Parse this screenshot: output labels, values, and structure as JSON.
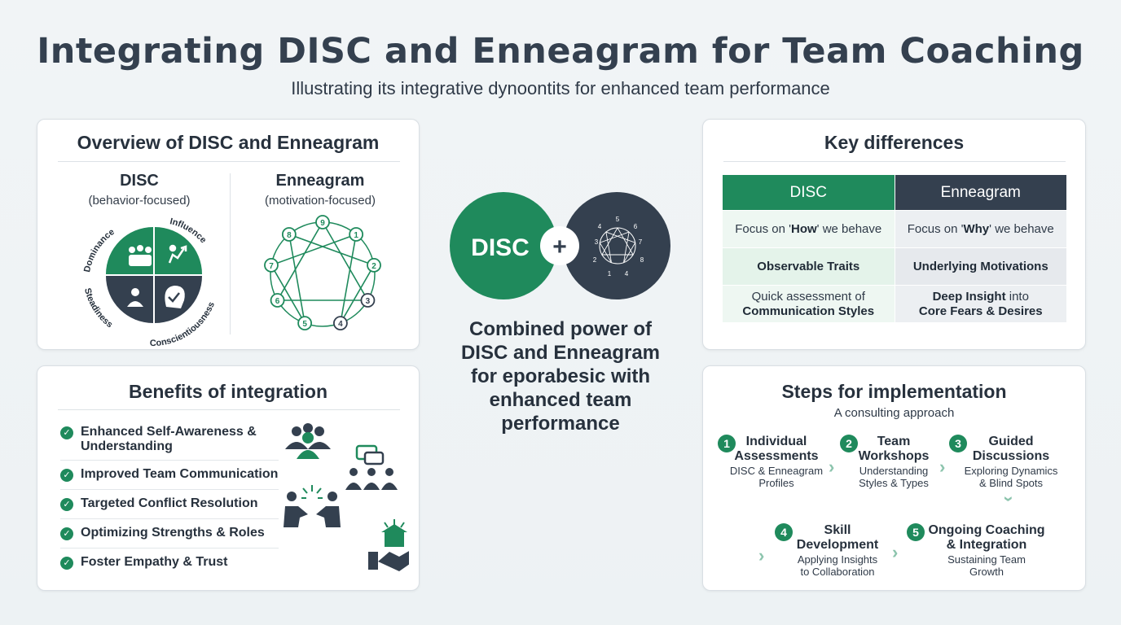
{
  "header": {
    "title": "Integrating DISC and Enneagram for Team Coaching",
    "subtitle": "Illustrating its integrative dynoontits for enhanced team performance"
  },
  "colors": {
    "green": "#1f8a5c",
    "navy": "#34404f",
    "light_green": "#e8f5ee",
    "light_gray": "#eceff2"
  },
  "overview": {
    "title": "Overview of DISC and Enneagram",
    "disc": {
      "name": "DISC",
      "subtitle": "(behavior-focused)",
      "quadrants": [
        {
          "label": "Dominance",
          "icon": "team-group-icon"
        },
        {
          "label": "Influence",
          "icon": "climbing-person-icon"
        },
        {
          "label": "Steadiness",
          "icon": "person-icon"
        },
        {
          "label": "Conscientiousness",
          "icon": "head-check-icon"
        }
      ]
    },
    "enneagram": {
      "name": "Enneagram",
      "subtitle": "(motivation-focused)",
      "points": [
        "9",
        "1",
        "2",
        "3",
        "4",
        "5",
        "6",
        "7",
        "8"
      ]
    }
  },
  "center": {
    "disc_label": "DISC",
    "plus": "+",
    "mini_numbers": [
      "5",
      "4",
      "6",
      "3",
      "7",
      "2",
      "8",
      "1",
      "4"
    ],
    "combined_lines": [
      "Combined power of",
      "DISC and Enneagram",
      "for eporabesic with",
      "enhanced team",
      "performance"
    ]
  },
  "key_differences": {
    "title": "Key differences",
    "headers": [
      "DISC",
      "Enneagram"
    ],
    "rows": [
      {
        "disc": [
          "Focus on '",
          "How",
          "' we behave"
        ],
        "enn": [
          "Focus on '",
          "Why",
          "' we behave"
        ]
      },
      {
        "disc_bold": "Observable Traits",
        "enn_bold": "Underlying Motivations"
      },
      {
        "disc_l1": "Quick assessment of",
        "disc_l2": "Communication Styles",
        "enn_l1a": "Deep Insight",
        "enn_l1b": " into",
        "enn_l2": "Core Fears & Desires"
      }
    ]
  },
  "benefits": {
    "title": "Benefits of integration",
    "items": [
      "Enhanced Self-Awareness & Understanding",
      "Improved Team Communication",
      "Targeted Conflict Resolution",
      "Optimizing Strengths & Roles",
      "Foster Empathy & Trust"
    ],
    "icons": [
      "group-people-icon",
      "chat-team-icon",
      "conflict-resolution-icon",
      "handshake-box-icon"
    ]
  },
  "steps": {
    "title": "Steps for implementation",
    "subtitle": "A consulting approach",
    "items": [
      {
        "num": "1",
        "title_l1": "Individual",
        "title_l2": "Assessments",
        "desc_l1": "DISC & Enneagram",
        "desc_l2": "Profiles"
      },
      {
        "num": "2",
        "title_l1": "Team",
        "title_l2": "Workshops",
        "desc_l1": "Understanding",
        "desc_l2": "Styles & Types"
      },
      {
        "num": "3",
        "title_l1": "Guided",
        "title_l2": "Discussions",
        "desc_l1": "Exploring Dynamics",
        "desc_l2": "& Blind Spots"
      },
      {
        "num": "4",
        "title_l1": "Skill",
        "title_l2": "Development",
        "desc_l1": "Applying Insights",
        "desc_l2": "to Collaboration"
      },
      {
        "num": "5",
        "title_l1": "Ongoing Coaching",
        "title_l2": "& Integration",
        "desc_l1": "Sustaining Team",
        "desc_l2": "Growth"
      }
    ]
  }
}
